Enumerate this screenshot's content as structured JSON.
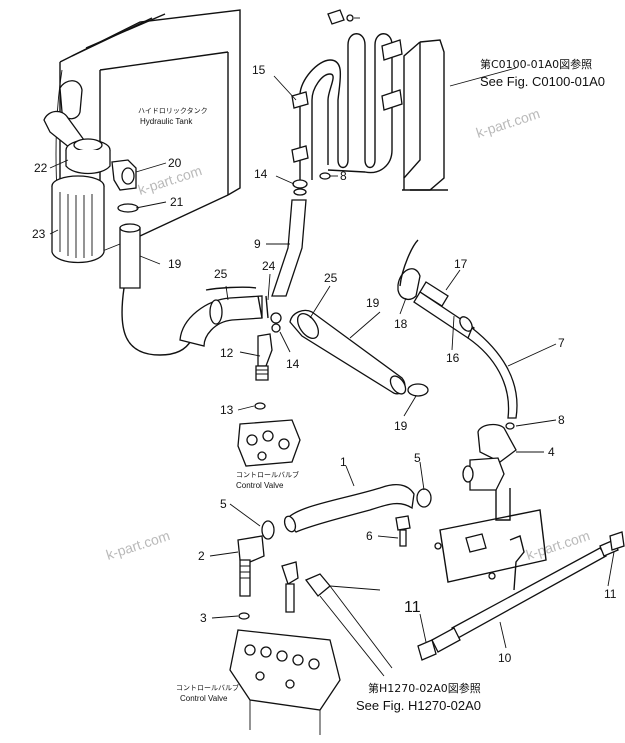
{
  "watermark": "k-part.com",
  "references": {
    "top": {
      "jp": "第C0100-01A0図参照",
      "en": "See Fig. C0100-01A0"
    },
    "bottom": {
      "jp": "第H1270-02A0図参照",
      "en": "See Fig. H1270-02A0"
    }
  },
  "components": {
    "hydraulic_tank": {
      "jp": "ハイドロリックタンク",
      "en": "Hydraulic Tank"
    },
    "control_valve_upper": {
      "jp": "コントロールバルブ",
      "en": "Control Valve"
    },
    "control_valve_lower": {
      "jp": "コントロールバルブ",
      "en": "Control Valve"
    }
  },
  "callouts": {
    "c1": "1",
    "c2": "2",
    "c3": "3",
    "c4": "4",
    "c5a": "5",
    "c5b": "5",
    "c6": "6",
    "c7": "7",
    "c8a": "8",
    "c8b": "8",
    "c9": "9",
    "c10": "10",
    "c11a": "11",
    "c11b": "11",
    "c12": "12",
    "c13": "13",
    "c14a": "14",
    "c14b": "14",
    "c15": "15",
    "c16": "16",
    "c17": "17",
    "c18": "18",
    "c19a": "19",
    "c19b": "19",
    "c19c": "19",
    "c20": "20",
    "c21": "21",
    "c22": "22",
    "c23": "23",
    "c24": "24",
    "c25a": "25",
    "c25b": "25"
  }
}
